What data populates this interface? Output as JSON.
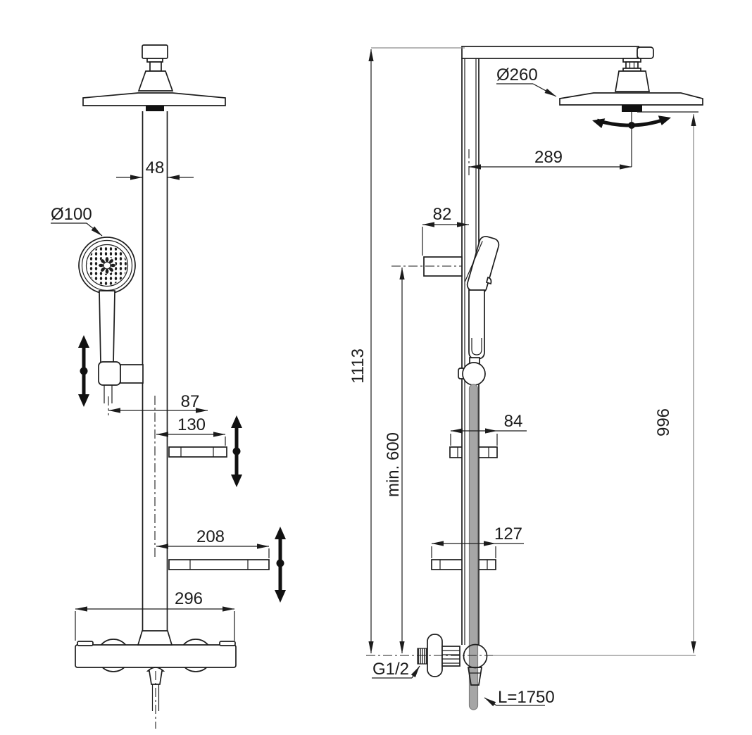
{
  "drawing": {
    "type": "technical-dimension-drawing",
    "subject": "shower-system-front-and-side-views",
    "front": {
      "column_width": "48",
      "hand_shower_diameter": "Ø100",
      "hose_to_axis": "87",
      "upper_shelf_width": "130",
      "lower_shelf_width": "208",
      "mixer_width": "296"
    },
    "side": {
      "head_shower_diameter": "Ø260",
      "head_shower_reach": "289",
      "holder_depth": "82",
      "total_height": "1113",
      "min_height": "min. 600",
      "upper_shelf_depth": "84",
      "head_shower_height": "996",
      "lower_shelf_depth": "127",
      "connection_thread": "G1/2",
      "hose_length": "L=1750"
    }
  }
}
